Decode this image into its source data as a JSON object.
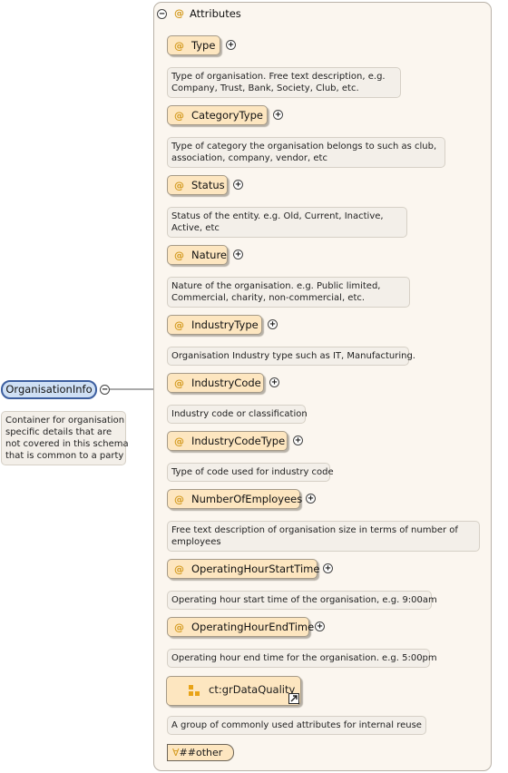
{
  "root": {
    "name": "OrganisationInfo",
    "doc_lines": [
      "Container for organisation",
      "specific details that are",
      "not covered in this schema",
      "that is common to a party"
    ]
  },
  "attributes_group": {
    "title": "Attributes",
    "at_symbol": "@"
  },
  "attributes": [
    {
      "name": "Type",
      "doc_lines": [
        "Type of organisation. Free text description, e.g.",
        "Company, Trust, Bank, Society, Club, etc."
      ]
    },
    {
      "name": "CategoryType",
      "doc_lines": [
        "Type of category the organisation belongs to such as club,",
        "association, company, vendor, etc"
      ]
    },
    {
      "name": "Status",
      "doc_lines": [
        "Status of the entity. e.g. Old, Current, Inactive,",
        "Active, etc"
      ]
    },
    {
      "name": "Nature",
      "doc_lines": [
        "Nature of the organisation. e.g. Public limited,",
        "Commercial, charity, non-commercial, etc."
      ]
    },
    {
      "name": "IndustryType",
      "doc_lines": [
        "Organisation Industry type such as IT, Manufacturing."
      ]
    },
    {
      "name": "IndustryCode",
      "doc_lines": [
        "Industry code or classification"
      ]
    },
    {
      "name": "IndustryCodeType",
      "doc_lines": [
        "Type of code used for industry code"
      ]
    },
    {
      "name": "NumberOfEmployees",
      "doc_lines": [
        "Free text description of organisation size in terms of number of",
        "employees"
      ]
    },
    {
      "name": "OperatingHourStartTime",
      "doc_lines": [
        "Operating hour start time of the organisation, e.g. 9:00am"
      ]
    },
    {
      "name": "OperatingHourEndTime",
      "doc_lines": [
        "Operating hour end time for the organisation. e.g. 5:00pm"
      ]
    }
  ],
  "attribute_group_ref": {
    "name": "ct:grDataQuality",
    "doc_lines": [
      "A group of commonly used attributes for internal reuse"
    ]
  },
  "any_attribute": {
    "symbol": "∀",
    "label": "##other"
  },
  "colors": {
    "attr_fill": "#fde6c0",
    "root_fill": "#cfe0f5",
    "root_border": "#3d5fa0",
    "at_symbol": "#d49a1e"
  }
}
